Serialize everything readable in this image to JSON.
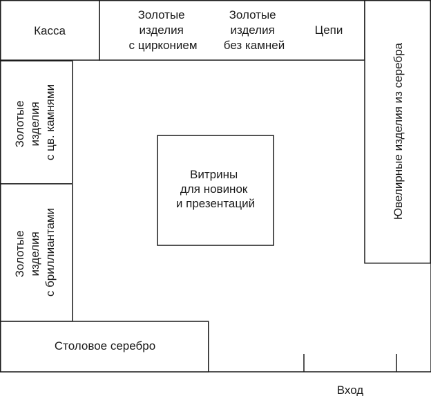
{
  "plan": {
    "zones": {
      "cashier": {
        "lines": [
          "Касса"
        ]
      },
      "gold_zirconia": {
        "lines": [
          "Золотые",
          "изделия",
          "с цирконием"
        ]
      },
      "gold_no_stones": {
        "lines": [
          "Золотые",
          "изделия",
          "без камней"
        ]
      },
      "chains": {
        "lines": [
          "Цепи"
        ]
      },
      "silver_jewelry": {
        "lines": [
          "Ювелирные изделия из серебра"
        ]
      },
      "gold_colored_stones": {
        "lines": [
          "Золотые",
          "изделия",
          "с цв. камнями"
        ]
      },
      "gold_diamonds": {
        "lines": [
          "Золотые",
          "изделия",
          "с бриллиантами"
        ]
      },
      "new_arrivals": {
        "lines": [
          "Витрины",
          "для новинок",
          "и презентаций"
        ]
      },
      "silverware": {
        "lines": [
          "Столовое серебро"
        ]
      }
    },
    "entrance": {
      "label": "Вход"
    }
  }
}
